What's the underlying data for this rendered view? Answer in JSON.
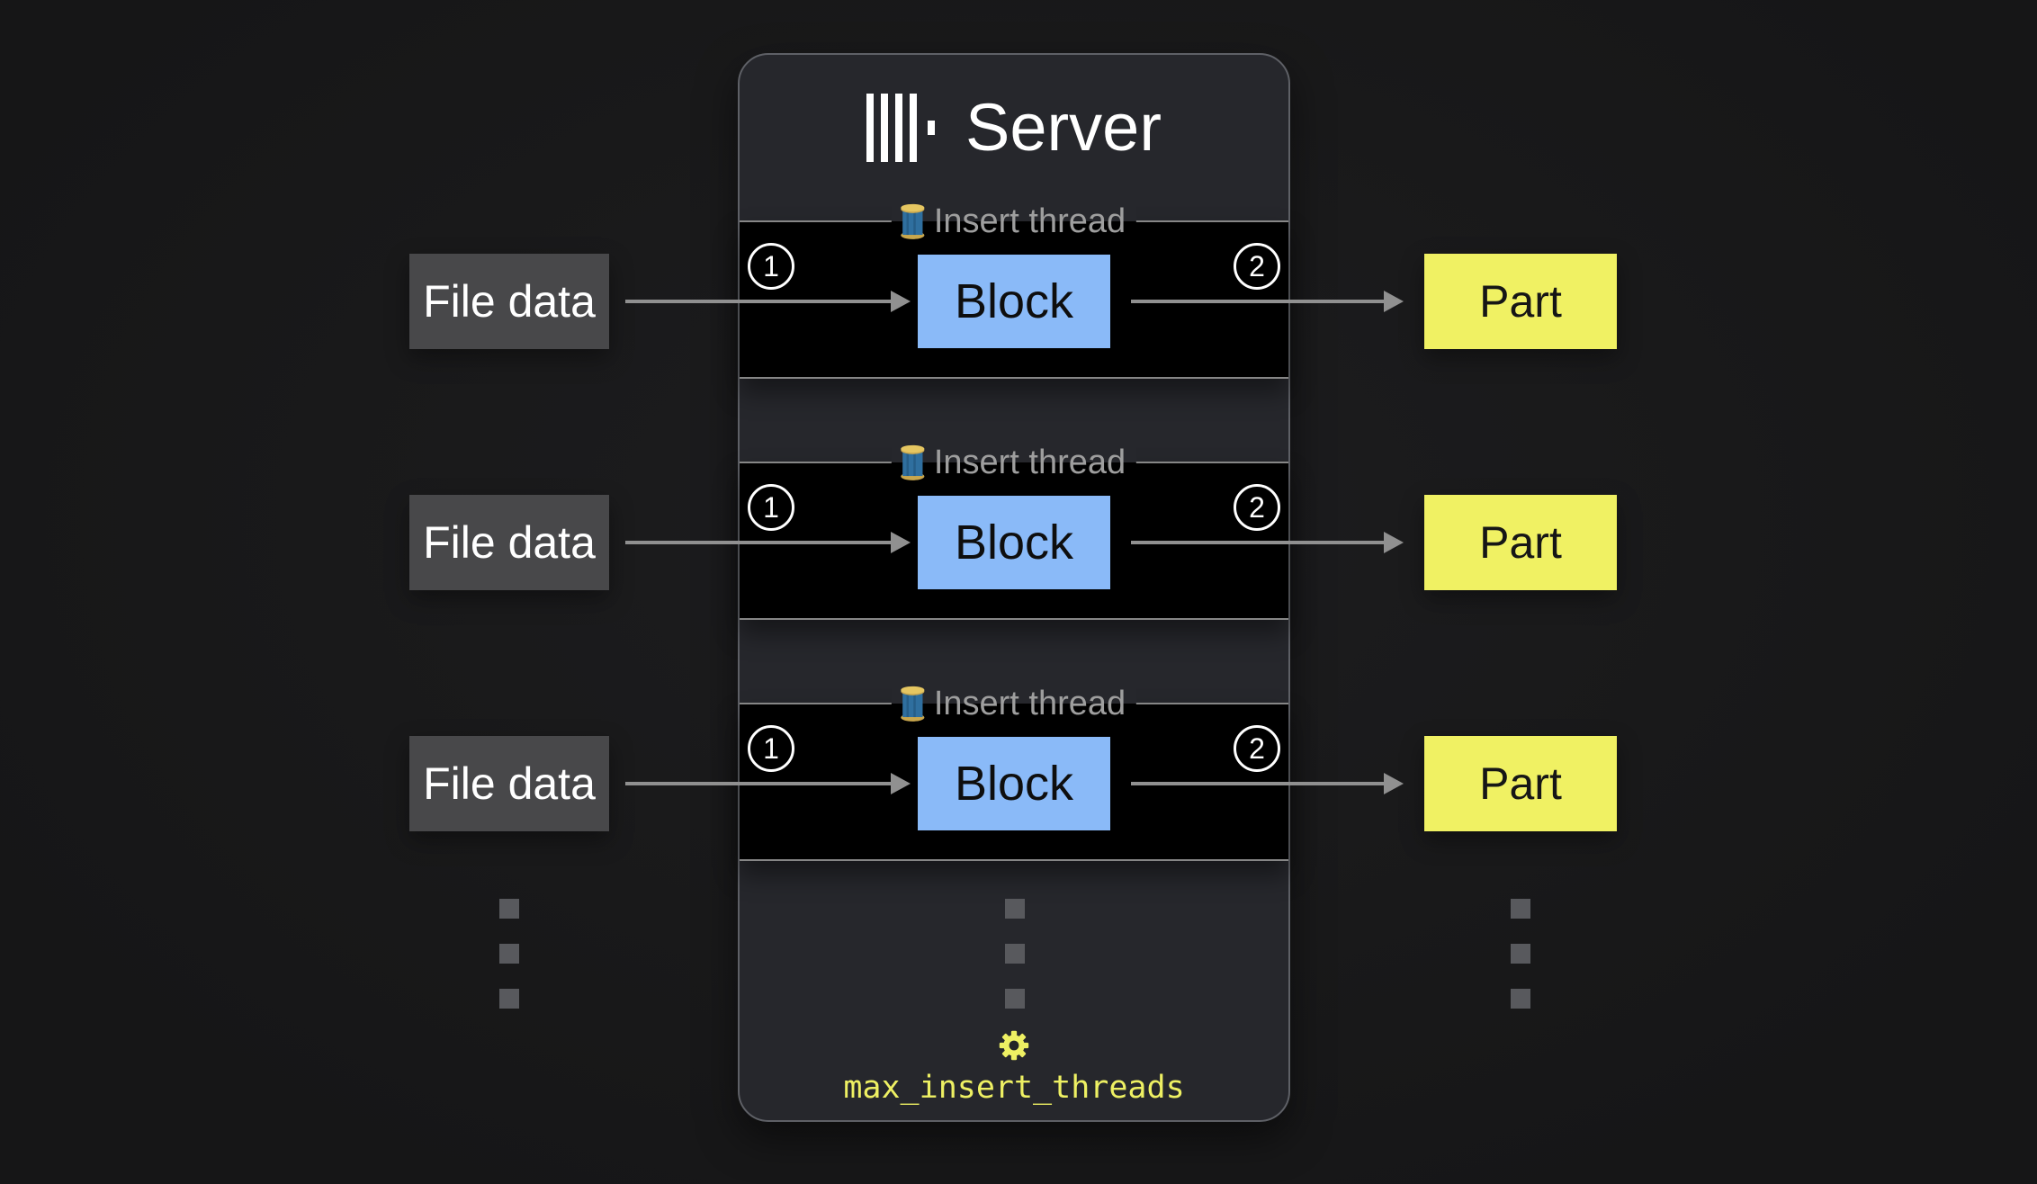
{
  "colors": {
    "panel_bg": "#26272c",
    "panel_border": "#5e6066",
    "row_bg": "#000000",
    "row_border": "#868686",
    "block_bg": "#8abaf8",
    "part_bg": "#f0f163",
    "file_bg": "#48484a",
    "label_text": "#9e9e9e",
    "arrow": "#909090",
    "accent_yellow": "#eef063",
    "dot": "#58595d",
    "title_text": "#ffffff"
  },
  "server": {
    "title": "Server"
  },
  "rows": [
    {
      "label": "Insert thread",
      "step_in": "1",
      "block": "Block",
      "step_out": "2",
      "input": "File data",
      "output": "Part"
    },
    {
      "label": "Insert thread",
      "step_in": "1",
      "block": "Block",
      "step_out": "2",
      "input": "File data",
      "output": "Part"
    },
    {
      "label": "Insert thread",
      "step_in": "1",
      "block": "Block",
      "step_out": "2",
      "input": "File data",
      "output": "Part"
    }
  ],
  "footer": {
    "setting": "max_insert_threads"
  }
}
